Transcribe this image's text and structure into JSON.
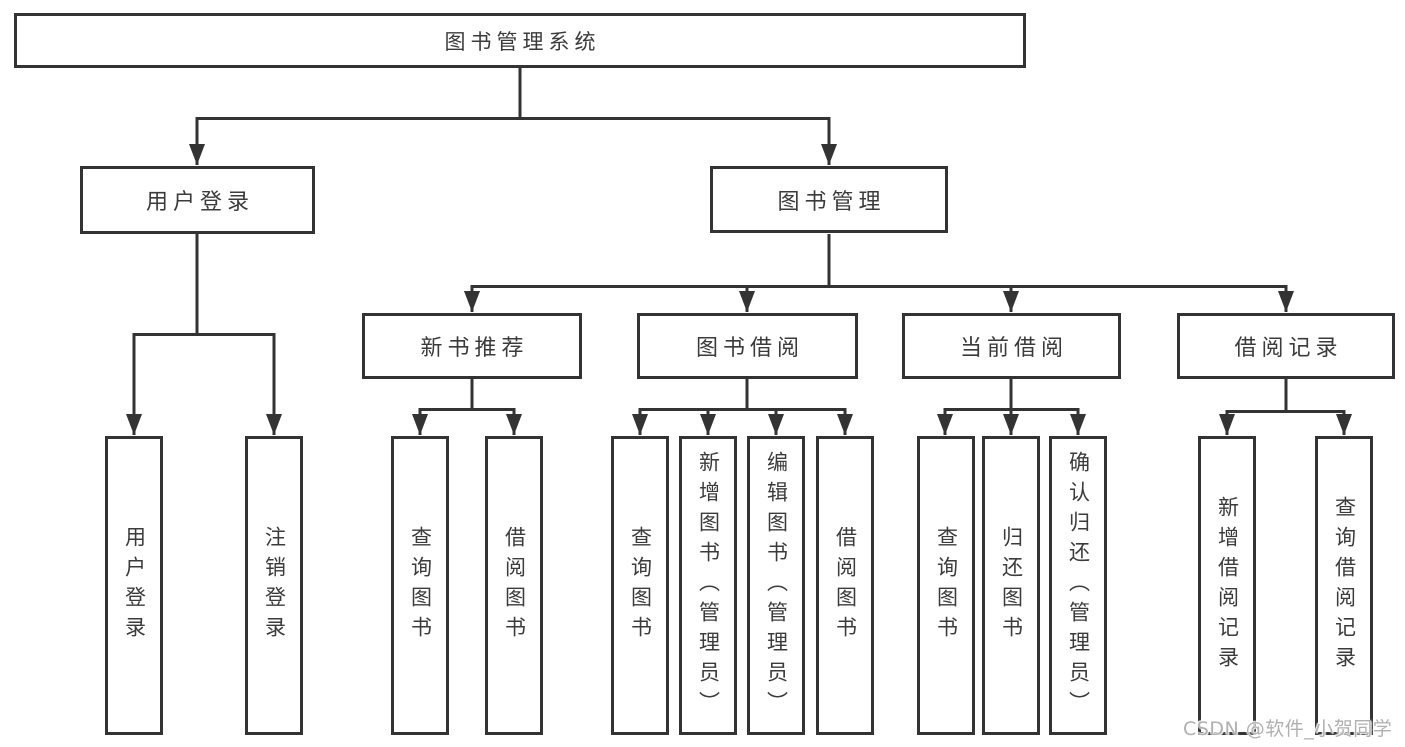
{
  "diagram": {
    "type": "hierarchy",
    "root": {
      "label": "图书管理系统",
      "children": [
        {
          "label": "用户登录",
          "children": [
            {
              "label": "用户登录"
            },
            {
              "label": "注销登录"
            }
          ]
        },
        {
          "label": "图书管理",
          "children": [
            {
              "label": "新书推荐",
              "children": [
                {
                  "label": "查询图书"
                },
                {
                  "label": "借阅图书"
                }
              ]
            },
            {
              "label": "图书借阅",
              "children": [
                {
                  "label": "查询图书"
                },
                {
                  "label": "新增图书（管理员）"
                },
                {
                  "label": "编辑图书（管理员）"
                },
                {
                  "label": "借阅图书"
                }
              ]
            },
            {
              "label": "当前借阅",
              "children": [
                {
                  "label": "查询图书"
                },
                {
                  "label": "归还图书"
                },
                {
                  "label": "确认归还（管理员）"
                }
              ]
            },
            {
              "label": "借阅记录",
              "children": [
                {
                  "label": "新增借阅记录"
                },
                {
                  "label": "查询借阅记录"
                }
              ]
            }
          ]
        }
      ]
    }
  },
  "watermark": "CSDN @软件_小贺同学",
  "colors": {
    "line": "#333333",
    "box_border": "#333333",
    "box_fill": "#ffffff",
    "text": "#3b3b3b",
    "watermark": "#b0b0b0",
    "background": "#ffffff"
  }
}
